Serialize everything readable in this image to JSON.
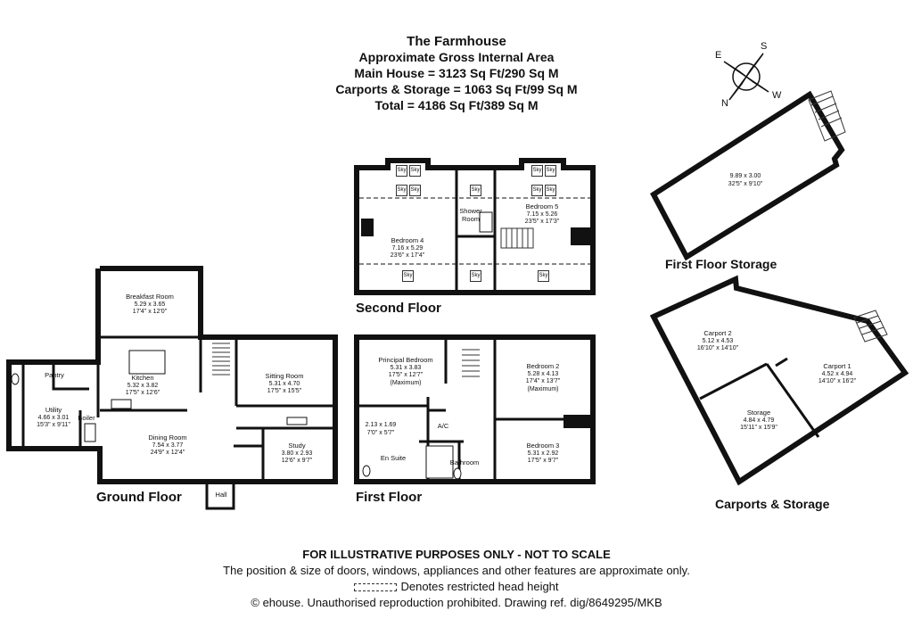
{
  "header": {
    "title": "The Farmhouse",
    "line1": "Approximate Gross Internal Area",
    "line2": "Main House = 3123 Sq Ft/290 Sq M",
    "line3": "Carports & Storage = 1063 Sq Ft/99 Sq M",
    "line4": "Total = 4186 Sq Ft/389 Sq M"
  },
  "compass": {
    "e": "E",
    "s": "S",
    "n": "N",
    "w": "W"
  },
  "floors": {
    "ground": "Ground Floor",
    "first": "First Floor",
    "second": "Second Floor",
    "first_storage": "First Floor Storage",
    "carports": "Carports & Storage"
  },
  "rooms": {
    "breakfast": {
      "name": "Breakfast Room",
      "m": "5.29 x 3.65",
      "ft": "17'4\" x 12'0\""
    },
    "kitchen": {
      "name": "Kitchen",
      "m": "5.32 x 3.82",
      "ft": "17'5\" x 12'6\""
    },
    "pantry": {
      "name": "Pantry"
    },
    "utility": {
      "name": "Utility",
      "m": "4.66 x 3.01",
      "ft": "15'3\" x 9'11\""
    },
    "boiler": {
      "name": "Boiler"
    },
    "dining": {
      "name": "Dining Room",
      "m": "7.54 x 3.77",
      "ft": "24'9\" x 12'4\""
    },
    "sitting": {
      "name": "Sitting Room",
      "m": "5.31 x 4.70",
      "ft": "17'5\" x 15'5\""
    },
    "study": {
      "name": "Study",
      "m": "3.80 x 2.93",
      "ft": "12'6\" x 9'7\""
    },
    "hall": {
      "name": "Hall"
    },
    "principal": {
      "name": "Principal Bedroom",
      "m": "5.31 x 3.83",
      "ft": "17'5\" x 12'7\"",
      "note": "(Maximum)"
    },
    "dressing": {
      "m": "2.13 x 1.69",
      "ft": "7'0\" x 5'7\""
    },
    "ensuite": {
      "name": "En Suite"
    },
    "ac": {
      "name": "A/C"
    },
    "bathroom": {
      "name": "Bathroom"
    },
    "bed2": {
      "name": "Bedroom 2",
      "m": "5.28 x 4.13",
      "ft": "17'4\" x 13'7\"",
      "note": "(Maximum)"
    },
    "bed3": {
      "name": "Bedroom 3",
      "m": "5.31 x 2.92",
      "ft": "17'5\" x 9'7\""
    },
    "bed4": {
      "name": "Bedroom 4",
      "m": "7.16 x 5.29",
      "ft": "23'6\" x 17'4\""
    },
    "shower": {
      "name": "Shower",
      "name2": "Room"
    },
    "bed5": {
      "name": "Bedroom 5",
      "m": "7.15 x 5.26",
      "ft": "23'5\" x 17'3\""
    },
    "ff_storage": {
      "m": "9.89 x 3.00",
      "ft": "32'5\" x 9'10\""
    },
    "carport2": {
      "name": "Carport 2",
      "m": "5.12 x 4.53",
      "ft": "16'10\" x 14'10\""
    },
    "carport1": {
      "name": "Carport 1",
      "m": "4.52 x 4.94",
      "ft": "14'10\" x 16'2\""
    },
    "storage": {
      "name": "Storage",
      "m": "4.84 x 4.79",
      "ft": "15'11\" x 15'9\""
    }
  },
  "sky_label": "Sky",
  "footer": {
    "line1": "FOR ILLUSTRATIVE PURPOSES ONLY - NOT TO SCALE",
    "line2": "The position & size of doors, windows, appliances and other features are approximate only.",
    "line3": "Denotes restricted head height",
    "line4": "© ehouse. Unauthorised reproduction prohibited. Drawing ref. dig/8649295/MKB"
  }
}
